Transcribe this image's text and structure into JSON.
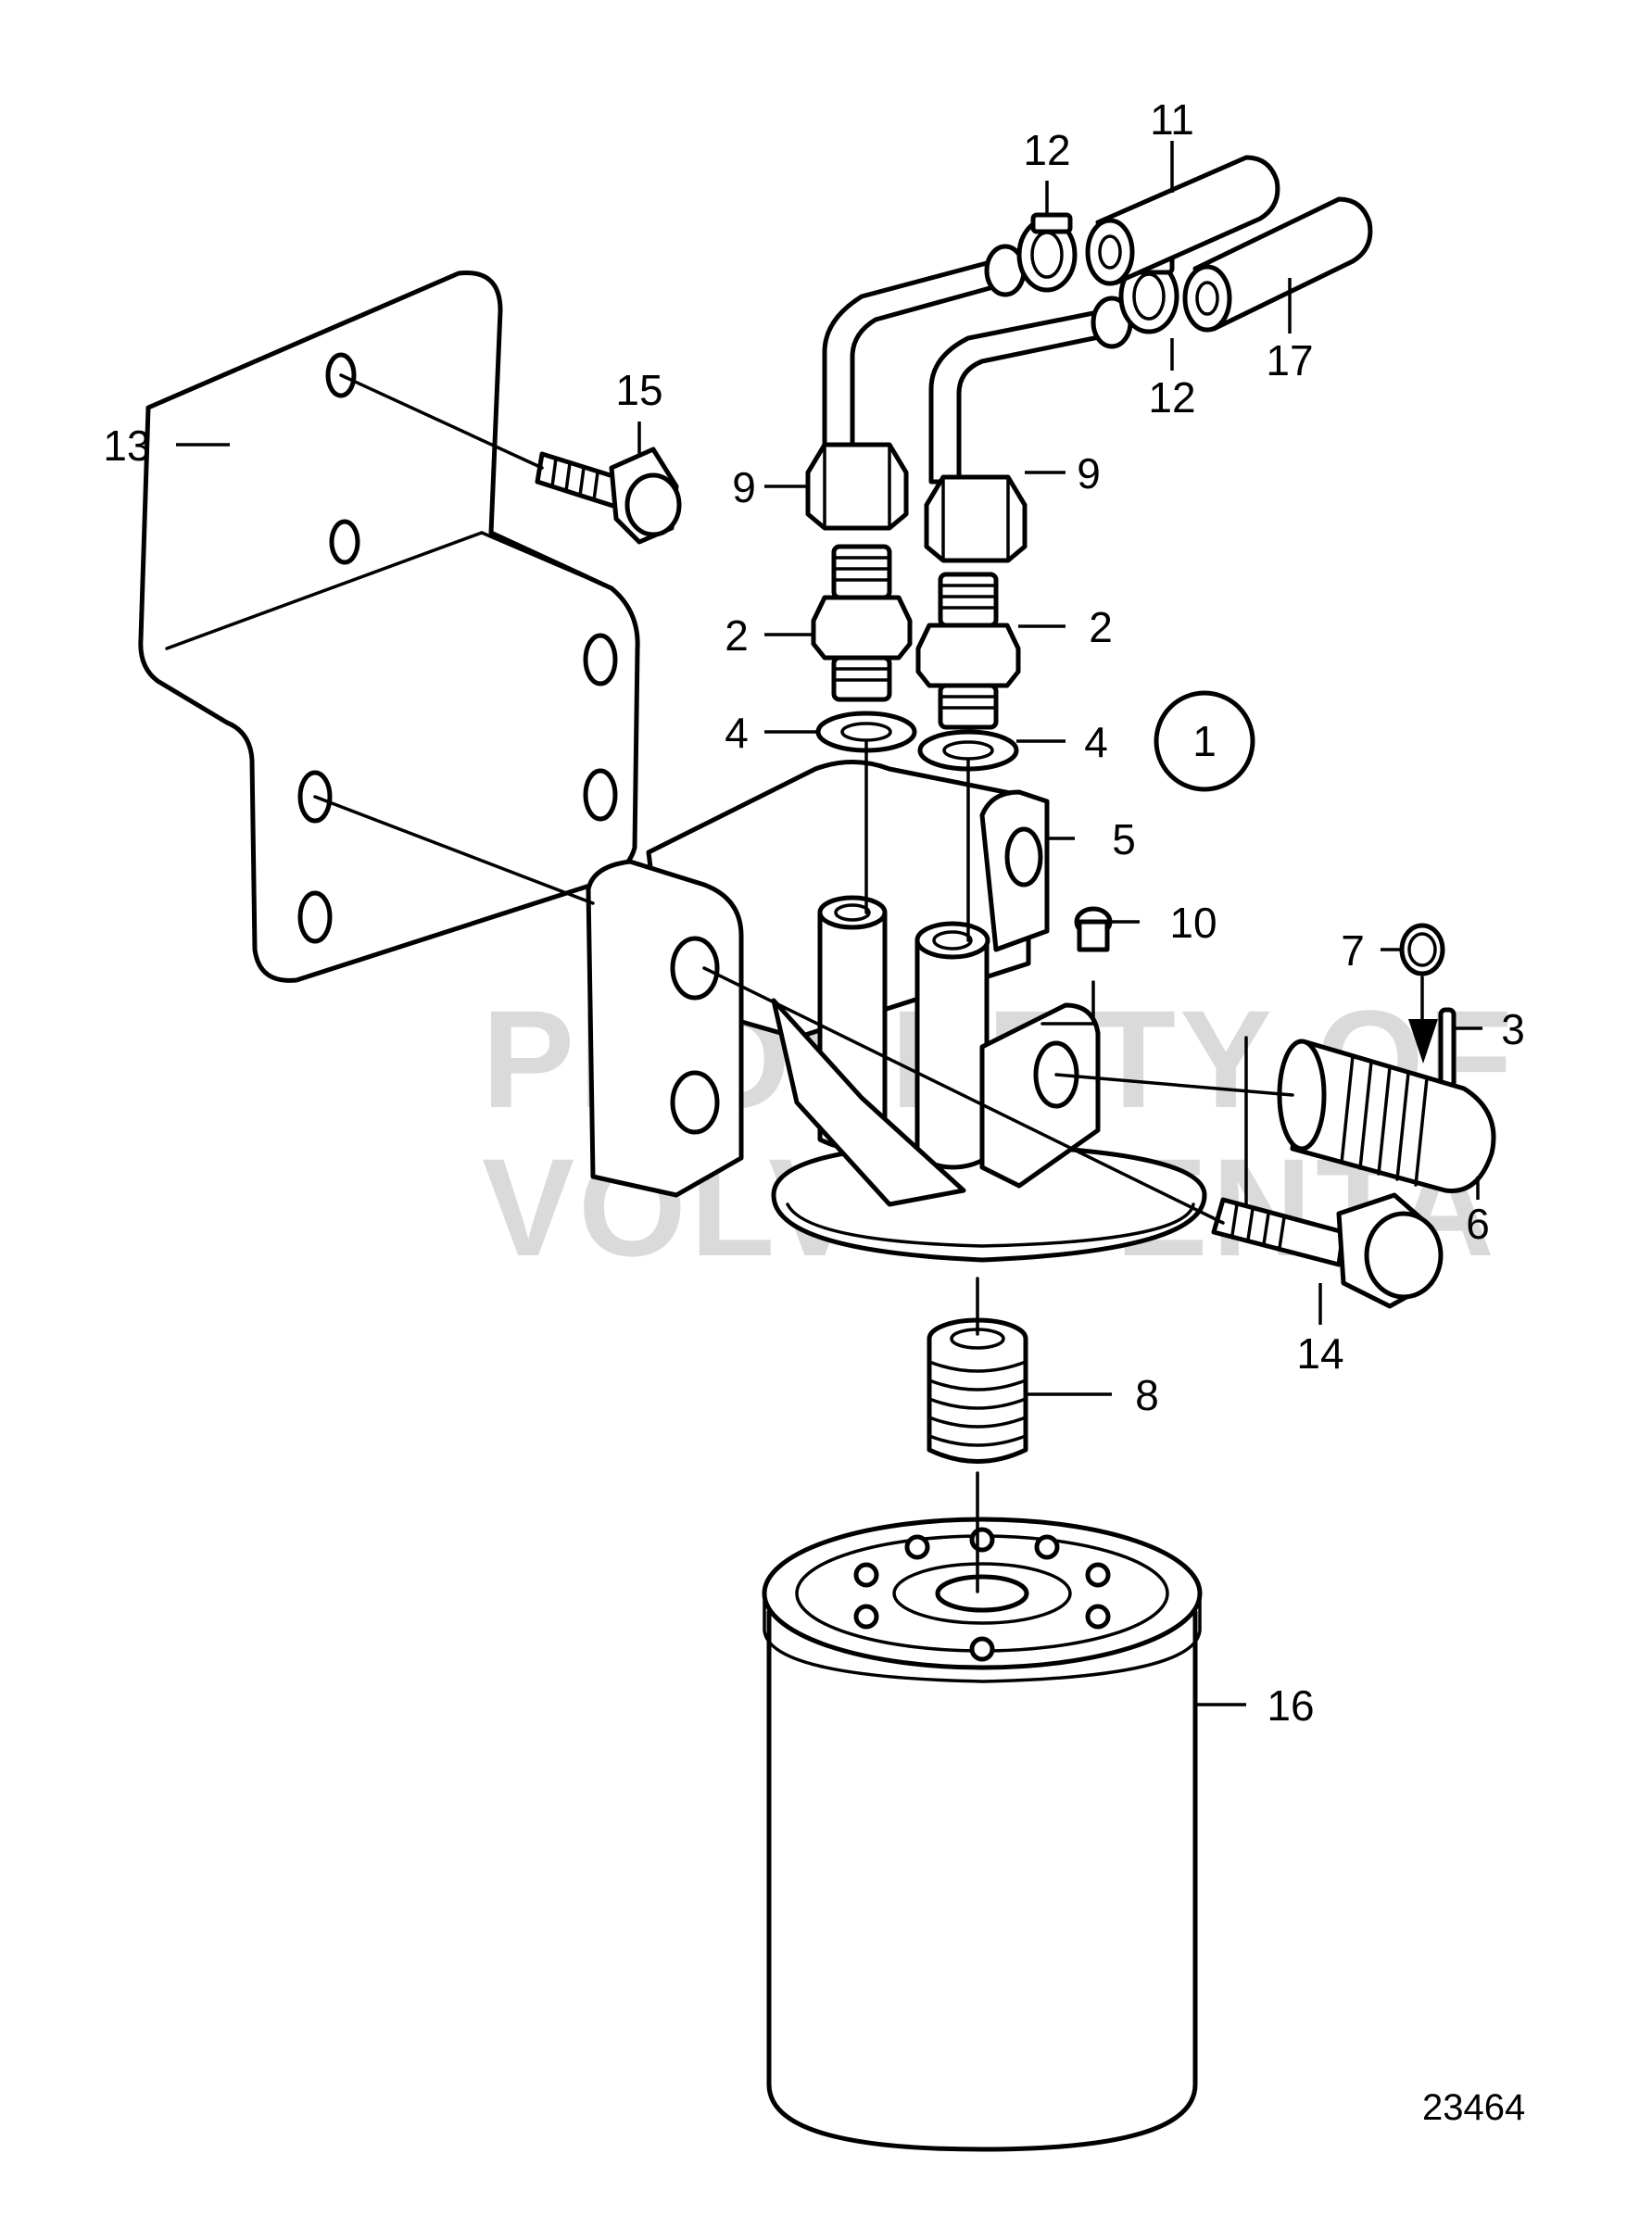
{
  "diagram": {
    "reference_number": "23464",
    "watermark_lines": [
      "PROPERTY OF",
      "VOLVO PENTA"
    ],
    "group_marker": "1",
    "labels": [
      {
        "id": "11",
        "text": "11"
      },
      {
        "id": "12a",
        "text": "12"
      },
      {
        "id": "12b",
        "text": "12"
      },
      {
        "id": "17",
        "text": "17"
      },
      {
        "id": "13",
        "text": "13"
      },
      {
        "id": "15",
        "text": "15"
      },
      {
        "id": "9a",
        "text": "9"
      },
      {
        "id": "9b",
        "text": "9"
      },
      {
        "id": "2a",
        "text": "2"
      },
      {
        "id": "2b",
        "text": "2"
      },
      {
        "id": "4a",
        "text": "4"
      },
      {
        "id": "4b",
        "text": "4"
      },
      {
        "id": "5",
        "text": "5"
      },
      {
        "id": "10",
        "text": "10"
      },
      {
        "id": "7",
        "text": "7"
      },
      {
        "id": "3",
        "text": "3"
      },
      {
        "id": "6",
        "text": "6"
      },
      {
        "id": "14",
        "text": "14"
      },
      {
        "id": "8",
        "text": "8"
      },
      {
        "id": "16",
        "text": "16"
      }
    ]
  }
}
